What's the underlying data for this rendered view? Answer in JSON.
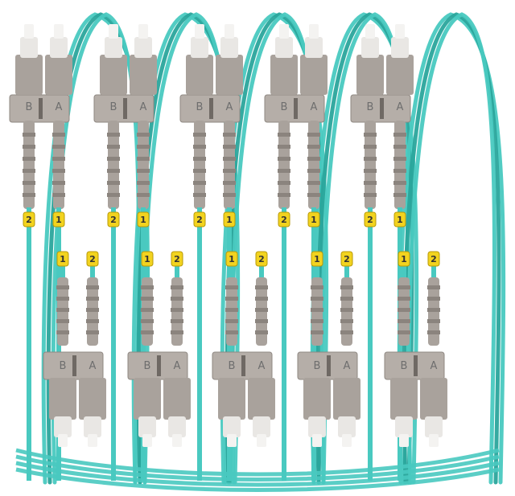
{
  "image": {
    "subject": "five duplex fiber patch cables",
    "cable_count": 5,
    "colors": {
      "cable": "#49c9c0",
      "cable_dark": "#2aa59c",
      "connector": "#a9a29c",
      "connector_dark": "#8b847e",
      "ferrule": "#e9e7e4",
      "clip": "#f2d31f"
    }
  },
  "cables": [
    {
      "top_a": "A",
      "top_b": "B",
      "clip_top_left": "2",
      "clip_top_right": "1",
      "clip_bottom_left": "1",
      "clip_bottom_right": "2",
      "bot_a": "A",
      "bot_b": "B"
    },
    {
      "top_a": "A",
      "top_b": "B",
      "clip_top_left": "2",
      "clip_top_right": "1",
      "clip_bottom_left": "1",
      "clip_bottom_right": "2",
      "bot_a": "A",
      "bot_b": "B"
    },
    {
      "top_a": "A",
      "top_b": "B",
      "clip_top_left": "2",
      "clip_top_right": "1",
      "clip_bottom_left": "1",
      "clip_bottom_right": "2",
      "bot_a": "A",
      "bot_b": "B"
    },
    {
      "top_a": "A",
      "top_b": "B",
      "clip_top_left": "2",
      "clip_top_right": "1",
      "clip_bottom_left": "1",
      "clip_bottom_right": "2",
      "bot_a": "A",
      "bot_b": "B"
    },
    {
      "top_a": "A",
      "top_b": "B",
      "clip_top_left": "2",
      "clip_top_right": "1",
      "clip_bottom_left": "1",
      "clip_bottom_right": "2",
      "bot_a": "A",
      "bot_b": "B"
    }
  ]
}
